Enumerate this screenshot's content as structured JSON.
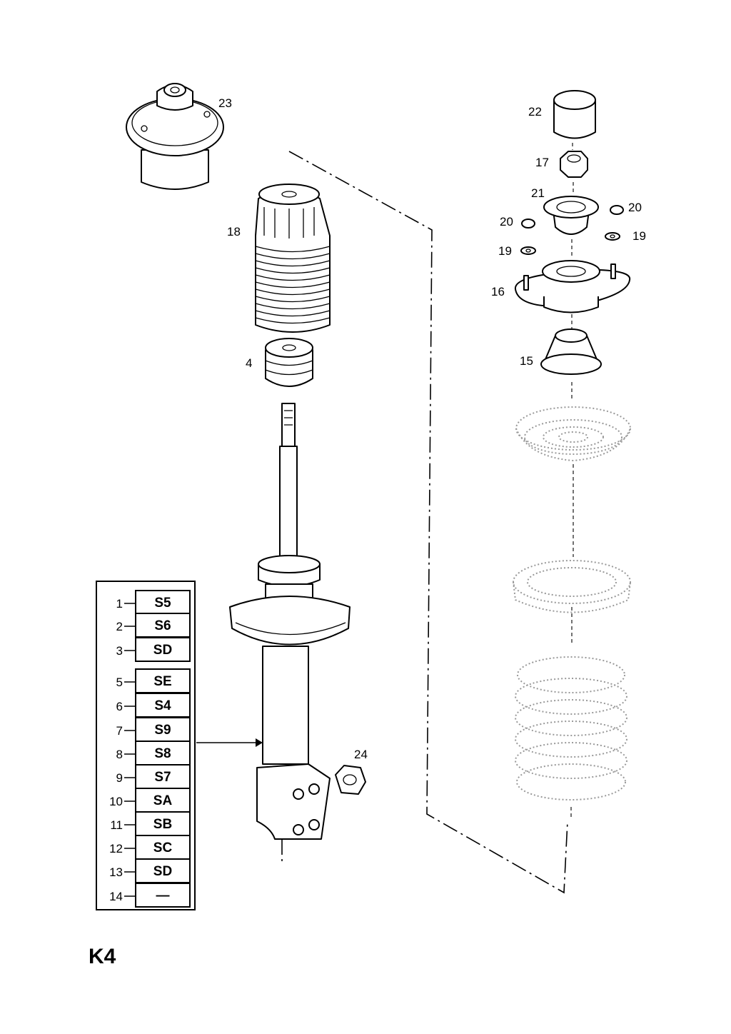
{
  "sheet_id": "K4",
  "callouts": {
    "c23": "23",
    "c22": "22",
    "c17": "17",
    "c21": "21",
    "c20a": "20",
    "c20b": "20",
    "c19a": "19",
    "c19b": "19",
    "c18": "18",
    "c16": "16",
    "c4": "4",
    "c15": "15",
    "c24": "24"
  },
  "code_table": {
    "rows": [
      {
        "no": "1",
        "code": "S5"
      },
      {
        "no": "2",
        "code": "S6"
      },
      {
        "no": "3",
        "code": "SD"
      },
      {
        "no": "5",
        "code": "SE"
      },
      {
        "no": "6",
        "code": "S4"
      },
      {
        "no": "7",
        "code": "S9"
      },
      {
        "no": "8",
        "code": "S8"
      },
      {
        "no": "9",
        "code": "S7"
      },
      {
        "no": "10",
        "code": "SA"
      },
      {
        "no": "11",
        "code": "SB"
      },
      {
        "no": "12",
        "code": "SC"
      },
      {
        "no": "13",
        "code": "SD"
      },
      {
        "no": "14",
        "code": "—"
      }
    ]
  }
}
